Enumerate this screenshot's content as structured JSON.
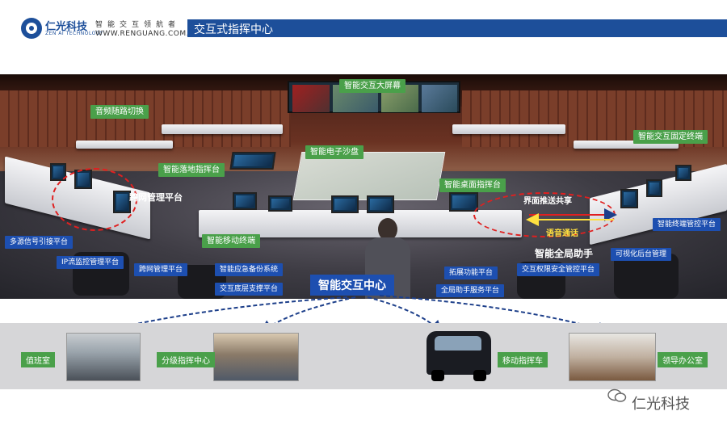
{
  "header": {
    "brand": "仁光科技",
    "brand_sub": "ZEN AI TECHNOLOGY",
    "slogan": "智能交互领航者",
    "url": "WWW.RENGUANG.COM.CN",
    "title": "交互式指挥中心"
  },
  "scene_labels": {
    "big_screen": "智能交互大屏幕",
    "audio_switch": "音频随路切换",
    "sand_table": "智能电子沙盘",
    "fixed_terminal": "智能交互固定终端",
    "floor_console": "智能落地指挥台",
    "desktop_console": "智能桌面指挥台",
    "cross_net_1": "跨网管理平台",
    "screen_push": "界面推送共享",
    "voice_call": "语音通话",
    "global_assistant": "智能全局助手",
    "terminal_mgmt": "智能终端管控平台",
    "mobile_terminal": "智能移动终端",
    "multi_signal": "多源信号引接平台",
    "visual_backend": "可视化后台管理",
    "ip_stream": "IP流监控管理平台",
    "cross_net_2": "跨网管理平台",
    "emergency_backup": "智能应急备份系统",
    "expansion": "拓展功能平台",
    "security": "交互权限安全管控平台",
    "base_support": "交互底层支撑平台",
    "assistant_service": "全局助手服务平台"
  },
  "center": {
    "label": "智能交互中心"
  },
  "bottom": {
    "duty_room": "值班室",
    "branch_center": "分级指挥中心",
    "mobile_vehicle": "移动指挥车",
    "leader_office": "领导办公室"
  },
  "watermark": "仁光科技",
  "colors": {
    "brand_blue": "#1d4f9a",
    "label_green": "#4aa04a",
    "label_blue": "#1d4fb0",
    "dash_red": "#e02020"
  }
}
